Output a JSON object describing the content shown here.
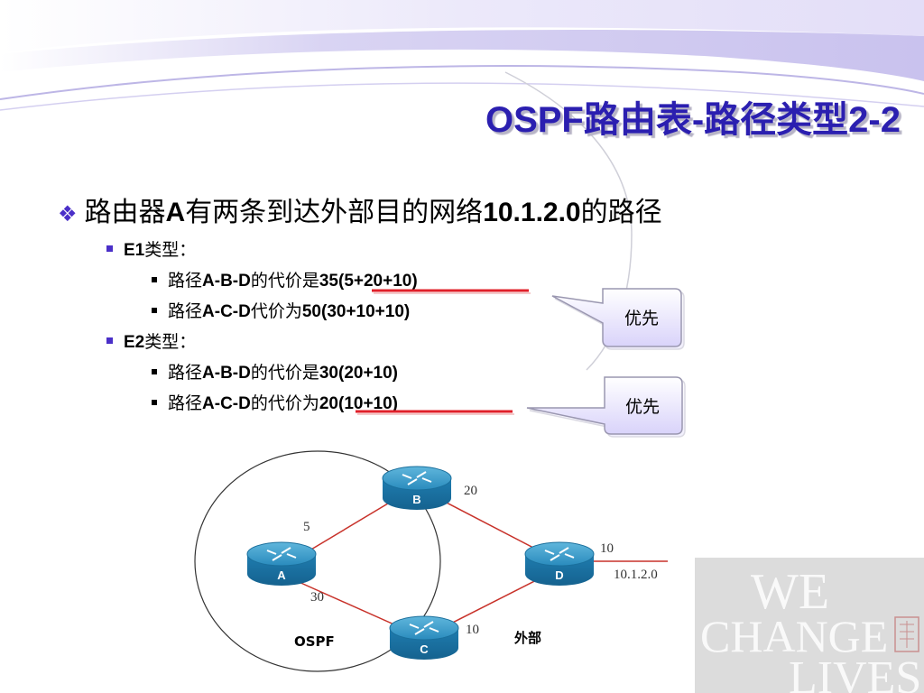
{
  "slide": {
    "title": "OSPF路由表-路径类型2-2",
    "main_bullet": {
      "prefix": "路由器",
      "router": "A",
      "middle": "有两条到达外部目的网络",
      "network": "10.1.2.0",
      "suffix": "的路径"
    },
    "e1": {
      "label_latin": "E1",
      "label_cn": "类型：",
      "items": [
        {
          "prefix": "路径",
          "path": "A-B-D",
          "middle": "的代价是",
          "cost": "35(5+20+10)"
        },
        {
          "prefix": "路径",
          "path": "A-C-D",
          "middle": "代价为",
          "cost": "50(30+10+10)"
        }
      ]
    },
    "e2": {
      "label_latin": "E2",
      "label_cn": "类型：",
      "items": [
        {
          "prefix": "路径",
          "path": "A-B-D",
          "middle": "的代价是",
          "cost": "30(20+10)"
        },
        {
          "prefix": "路径",
          "path": "A-C-D",
          "middle": "的代价为",
          "cost": "20(10+10)"
        }
      ]
    },
    "callouts": [
      "优先",
      "优先"
    ]
  },
  "diagram": {
    "routers": [
      "A",
      "B",
      "C",
      "D"
    ],
    "link_costs": {
      "ab": "5",
      "ac": "30",
      "bd": "20",
      "cd": "10",
      "d_ext": "10"
    },
    "network": "10.1.2.0",
    "ospf_label": "OSPF",
    "external_label": "外部"
  },
  "watermark": {
    "line1": "WE",
    "line2": "CHANGE",
    "line3": "LIVES"
  },
  "colors": {
    "title": "#2b1fb0",
    "bullet_accent": "#4a2fc8",
    "underline": "#e0202a",
    "link": "#c8322a",
    "router": "#1d7fb0",
    "callout_fill": "#e6e2fb"
  }
}
